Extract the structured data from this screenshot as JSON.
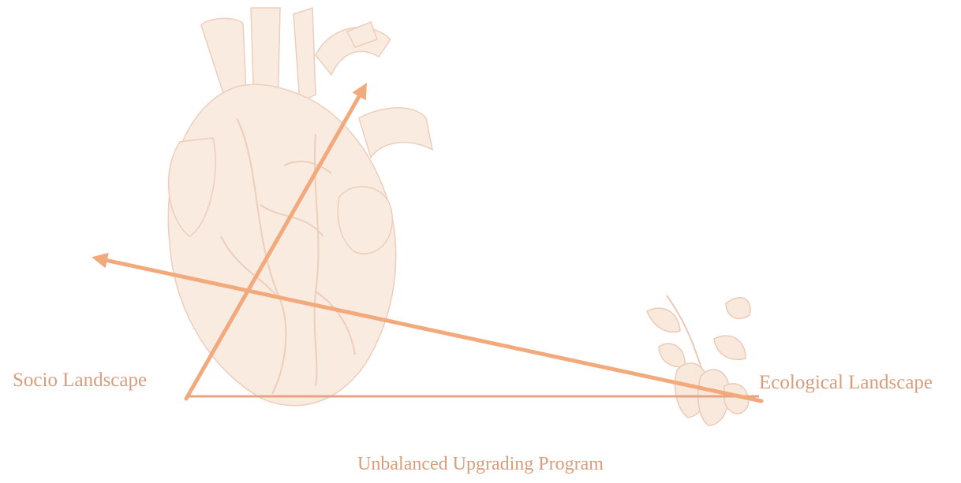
{
  "labels": {
    "socio": "Socio Landscape",
    "ecological": "Ecological Landscape",
    "caption": "Unbalanced Upgrading Program"
  },
  "colors": {
    "arrow": "#f2a97c",
    "text": "#d89d7c",
    "baseline": "#e4a584",
    "illustration_fill": "#f6dcc8",
    "illustration_line": "#dfa786"
  },
  "illustrations": [
    {
      "name": "anatomical-heart",
      "description_visible": false
    },
    {
      "name": "mango-branch",
      "description_visible": false
    }
  ]
}
